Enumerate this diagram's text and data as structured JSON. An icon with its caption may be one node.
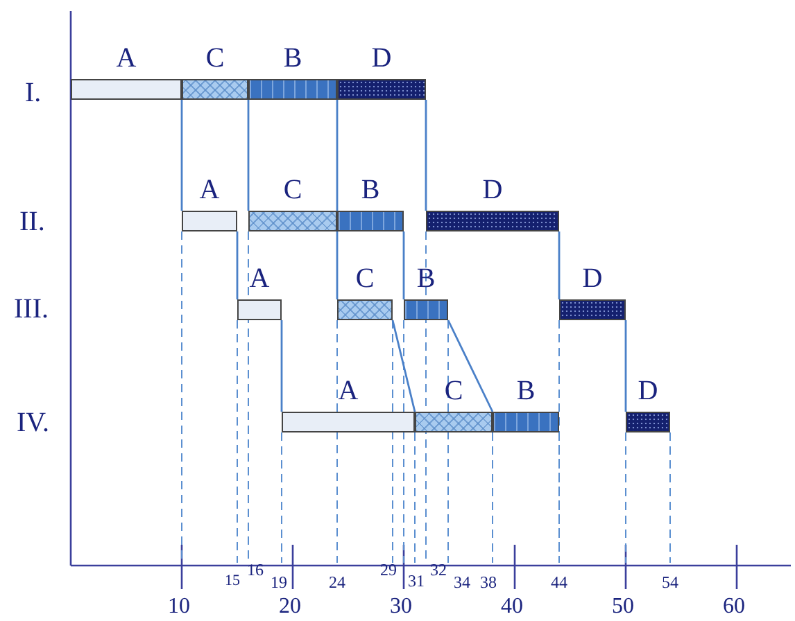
{
  "diagram": {
    "nodes": [
      {
        "text": [
          "A"
        ]
      },
      {
        "text": [
          "C"
        ]
      },
      {
        "text": [
          "B"
        ]
      },
      {
        "text": [
          "D"
        ]
      },
      {
        "text": [
          "A"
        ]
      },
      {
        "text": [
          "C"
        ]
      },
      {
        "text": [
          "B"
        ]
      },
      {
        "text": [
          "D"
        ]
      },
      {
        "text": [
          "A"
        ]
      },
      {
        "text": [
          "C"
        ]
      },
      {
        "text": [
          "B"
        ]
      },
      {
        "text": [
          "D"
        ]
      },
      {
        "text": [
          "A"
        ]
      },
      {
        "text": [
          "C"
        ]
      },
      {
        "text": [
          "B"
        ]
      },
      {
        "text": [
          "D"
        ]
      }
    ],
    "edges": [
      {
        "from": 0,
        "to": 4,
        "arrow": "none"
      },
      {
        "from": 1,
        "to": 5,
        "arrow": "none"
      },
      {
        "from": 2,
        "to": 6,
        "arrow": "none"
      },
      {
        "from": 3,
        "to": 7,
        "arrow": "none"
      },
      {
        "from": 4,
        "to": 8,
        "arrow": "none"
      },
      {
        "from": 5,
        "to": 9,
        "arrow": "none"
      },
      {
        "from": 6,
        "to": 10,
        "arrow": "none"
      },
      {
        "from": 7,
        "to": 11,
        "arrow": "none"
      },
      {
        "from": 8,
        "to": 12,
        "arrow": "none"
      },
      {
        "from": 9,
        "to": 13,
        "arrow": "none"
      },
      {
        "from": 10,
        "to": 14,
        "arrow": "none"
      },
      {
        "from": 11,
        "to": 15,
        "arrow": "none"
      }
    ],
    "labels": [
      "I.",
      "II.",
      "III.",
      "IV.",
      "15",
      "16",
      "19",
      "24",
      "29",
      "31",
      "32",
      "34",
      "38",
      "44",
      "54",
      "10",
      "20",
      "30",
      "40",
      "50",
      "60"
    ]
  }
}
